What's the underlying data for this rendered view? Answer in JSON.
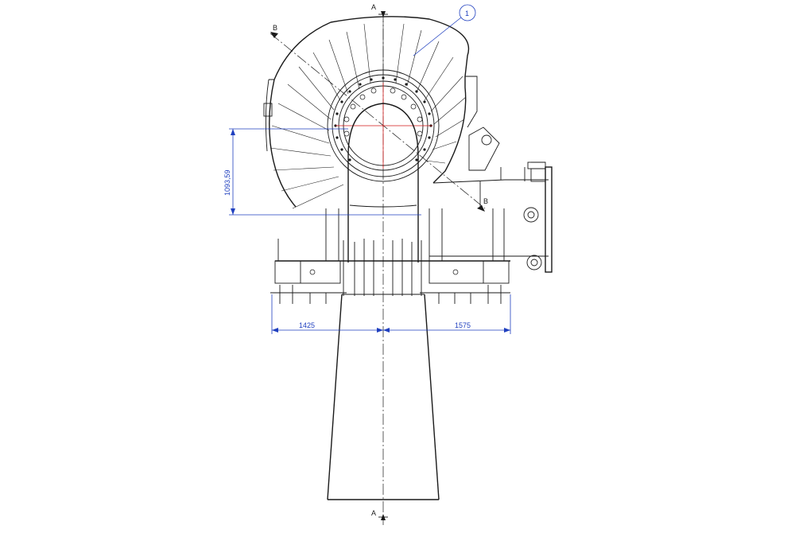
{
  "section_labels": {
    "a_top": "A",
    "a_bottom": "A",
    "b_upper": "B",
    "b_lower": "B"
  },
  "balloon": {
    "number": "1"
  },
  "dimensions": {
    "vertical": "1093,59",
    "left_horizontal": "1425",
    "right_horizontal": "1575"
  },
  "colors": {
    "line": "#1a1a1a",
    "dimension": "#1f3fbf",
    "centerline_red": "#d01818"
  }
}
